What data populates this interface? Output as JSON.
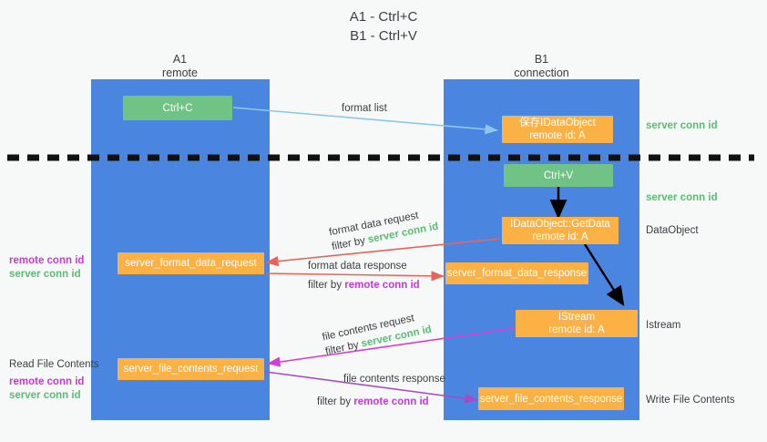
{
  "title": "A1 - Ctrl+C\nB1 - Ctrl+V",
  "lanes": [
    {
      "name": "A1",
      "sub": "remote"
    },
    {
      "name": "B1",
      "sub": "connection"
    }
  ],
  "nodes": {
    "ctrl_c": "Ctrl+C",
    "ctrl_v": "Ctrl+V",
    "save_idataobject_l1": "保存IDataObject",
    "save_idataobject_l2": "remote id: A",
    "getdata_l1": "IDataObject::GetData",
    "getdata_l2": "remote id: A",
    "istream_l1": "IStream",
    "istream_l2": "remote id: A",
    "server_format_data_request": "server_format_data_request",
    "server_format_data_response": "server_format_data_response",
    "server_file_contents_request": "server_file_contents_request",
    "server_file_contents_response": "server_file_contents_response"
  },
  "edges": {
    "format_list": "format list",
    "format_data_request": "format data request",
    "format_data_request_filter_prefix": "filter by ",
    "format_data_request_filter_value": "server conn id",
    "format_data_response": "format data response",
    "format_data_response_filter_prefix": "filter by ",
    "format_data_response_filter_value": "remote conn id",
    "file_contents_request": "file contents request",
    "file_contents_request_filter_prefix": "filter by ",
    "file_contents_request_filter_value": "server conn id",
    "file_contents_response": "file contents response",
    "file_contents_response_filter_prefix": "filter by ",
    "file_contents_response_filter_value": "remote conn id"
  },
  "annotations": {
    "server_conn_id_top": "server conn id",
    "server_conn_id_mid": "server conn id",
    "dataobject": "DataObject",
    "istream": "Istream",
    "write_file_contents": "Write File Contents",
    "read_file_contents": "Read File Contents",
    "conn_left_mid_remote": "remote conn id",
    "conn_left_mid_server": "server conn id",
    "conn_left_bottom_remote": "remote conn id",
    "conn_left_bottom_server": "server conn id"
  },
  "colors": {
    "lane": "#4a86e0",
    "green_node": "#71c285",
    "orange_node": "#fbb143",
    "server_conn": "#5bbd72",
    "remote_conn": "#c739d8",
    "arrow_red": "#e8645a",
    "arrow_magenta": "#d63fd6",
    "arrow_purple": "#a74bc8",
    "arrow_blue": "#8ec7ea",
    "arrow_black": "#000000",
    "background": "#f7f8f8"
  }
}
